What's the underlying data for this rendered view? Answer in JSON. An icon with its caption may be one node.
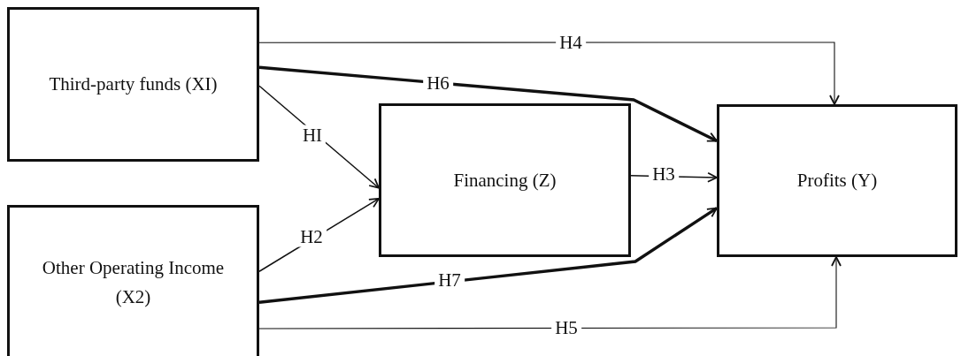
{
  "diagram": {
    "nodes": [
      {
        "text": [
          "Third-party funds (XI)"
        ]
      },
      {
        "text": [
          "Other Operating Income (X2)"
        ]
      },
      {
        "text": [
          "Financing (Z)"
        ]
      },
      {
        "text": [
          "Profits (Y)"
        ]
      }
    ],
    "edges": [
      {
        "from": 0,
        "to": 3,
        "label": "H4",
        "arrow": "to"
      },
      {
        "from": 0,
        "to": 3,
        "label": "H6",
        "arrow": "to",
        "style": "thick"
      },
      {
        "from": 0,
        "to": 2,
        "label": "HI",
        "arrow": "to"
      },
      {
        "from": 1,
        "to": 2,
        "label": "H2",
        "arrow": "to"
      },
      {
        "from": 2,
        "to": 3,
        "label": "H3",
        "arrow": "to"
      },
      {
        "from": 1,
        "to": 3,
        "label": "H7",
        "arrow": "to",
        "style": "thick"
      },
      {
        "from": 1,
        "to": 3,
        "label": "H5",
        "arrow": "to"
      }
    ]
  }
}
